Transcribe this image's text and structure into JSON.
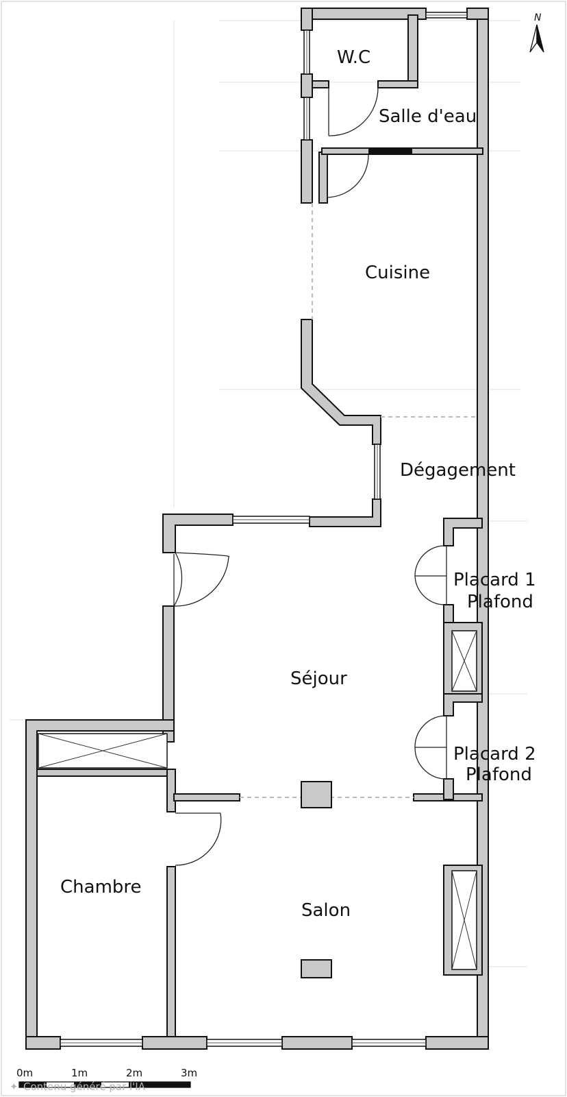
{
  "rooms": {
    "wc": "W.C",
    "salle_deau": "Salle d'eau",
    "cuisine": "Cuisine",
    "degagement": "Dégagement",
    "placard1_line1": "Placard 1",
    "placard1_line2": "Plafond",
    "sejour": "Séjour",
    "placard2_line1": "Placard 2",
    "placard2_line2": "Plafond",
    "chambre": "Chambre",
    "salon": "Salon"
  },
  "compass": {
    "label": "N"
  },
  "scale_bar": {
    "ticks": [
      "0m",
      "1m",
      "2m",
      "3m"
    ]
  },
  "caption": "Contenu généré par l'IA",
  "colors": {
    "wall_fill": "#c9c9c9",
    "wall_stroke": "#111111",
    "background": "#ffffff"
  }
}
